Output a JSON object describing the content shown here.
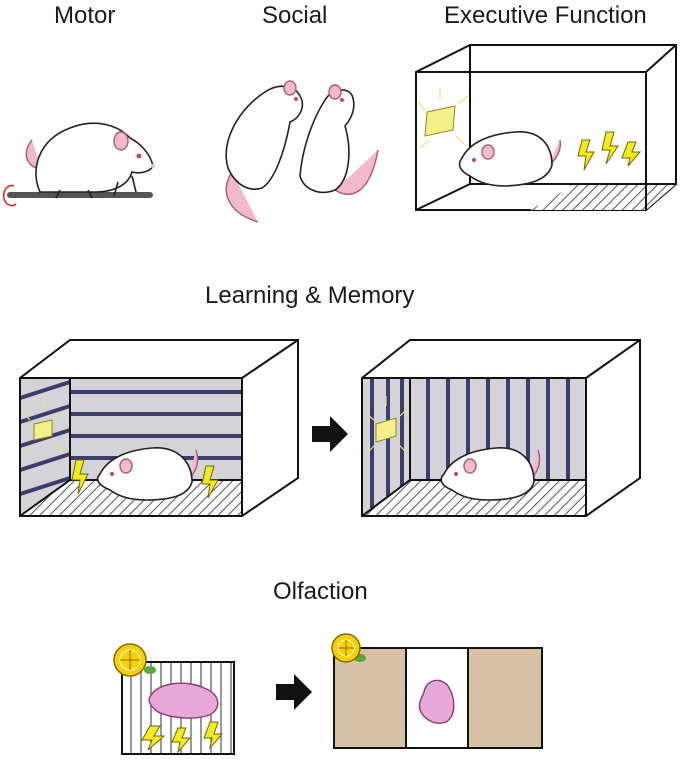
{
  "panels": {
    "motor": "Motor",
    "social": "Social",
    "executive": "Executive Function",
    "learning": "Learning & Memory",
    "olfaction": "Olfaction"
  },
  "colors": {
    "wall_gray": "#d3d3d8",
    "stripe_navy": "#3d3d6b",
    "tan": "#d7c2a8",
    "rat_pink": "#f2b8cc",
    "bolt_yellow": "#f2ec1a",
    "lemon_yellow": "#f7d000",
    "arrow": "#111111"
  }
}
